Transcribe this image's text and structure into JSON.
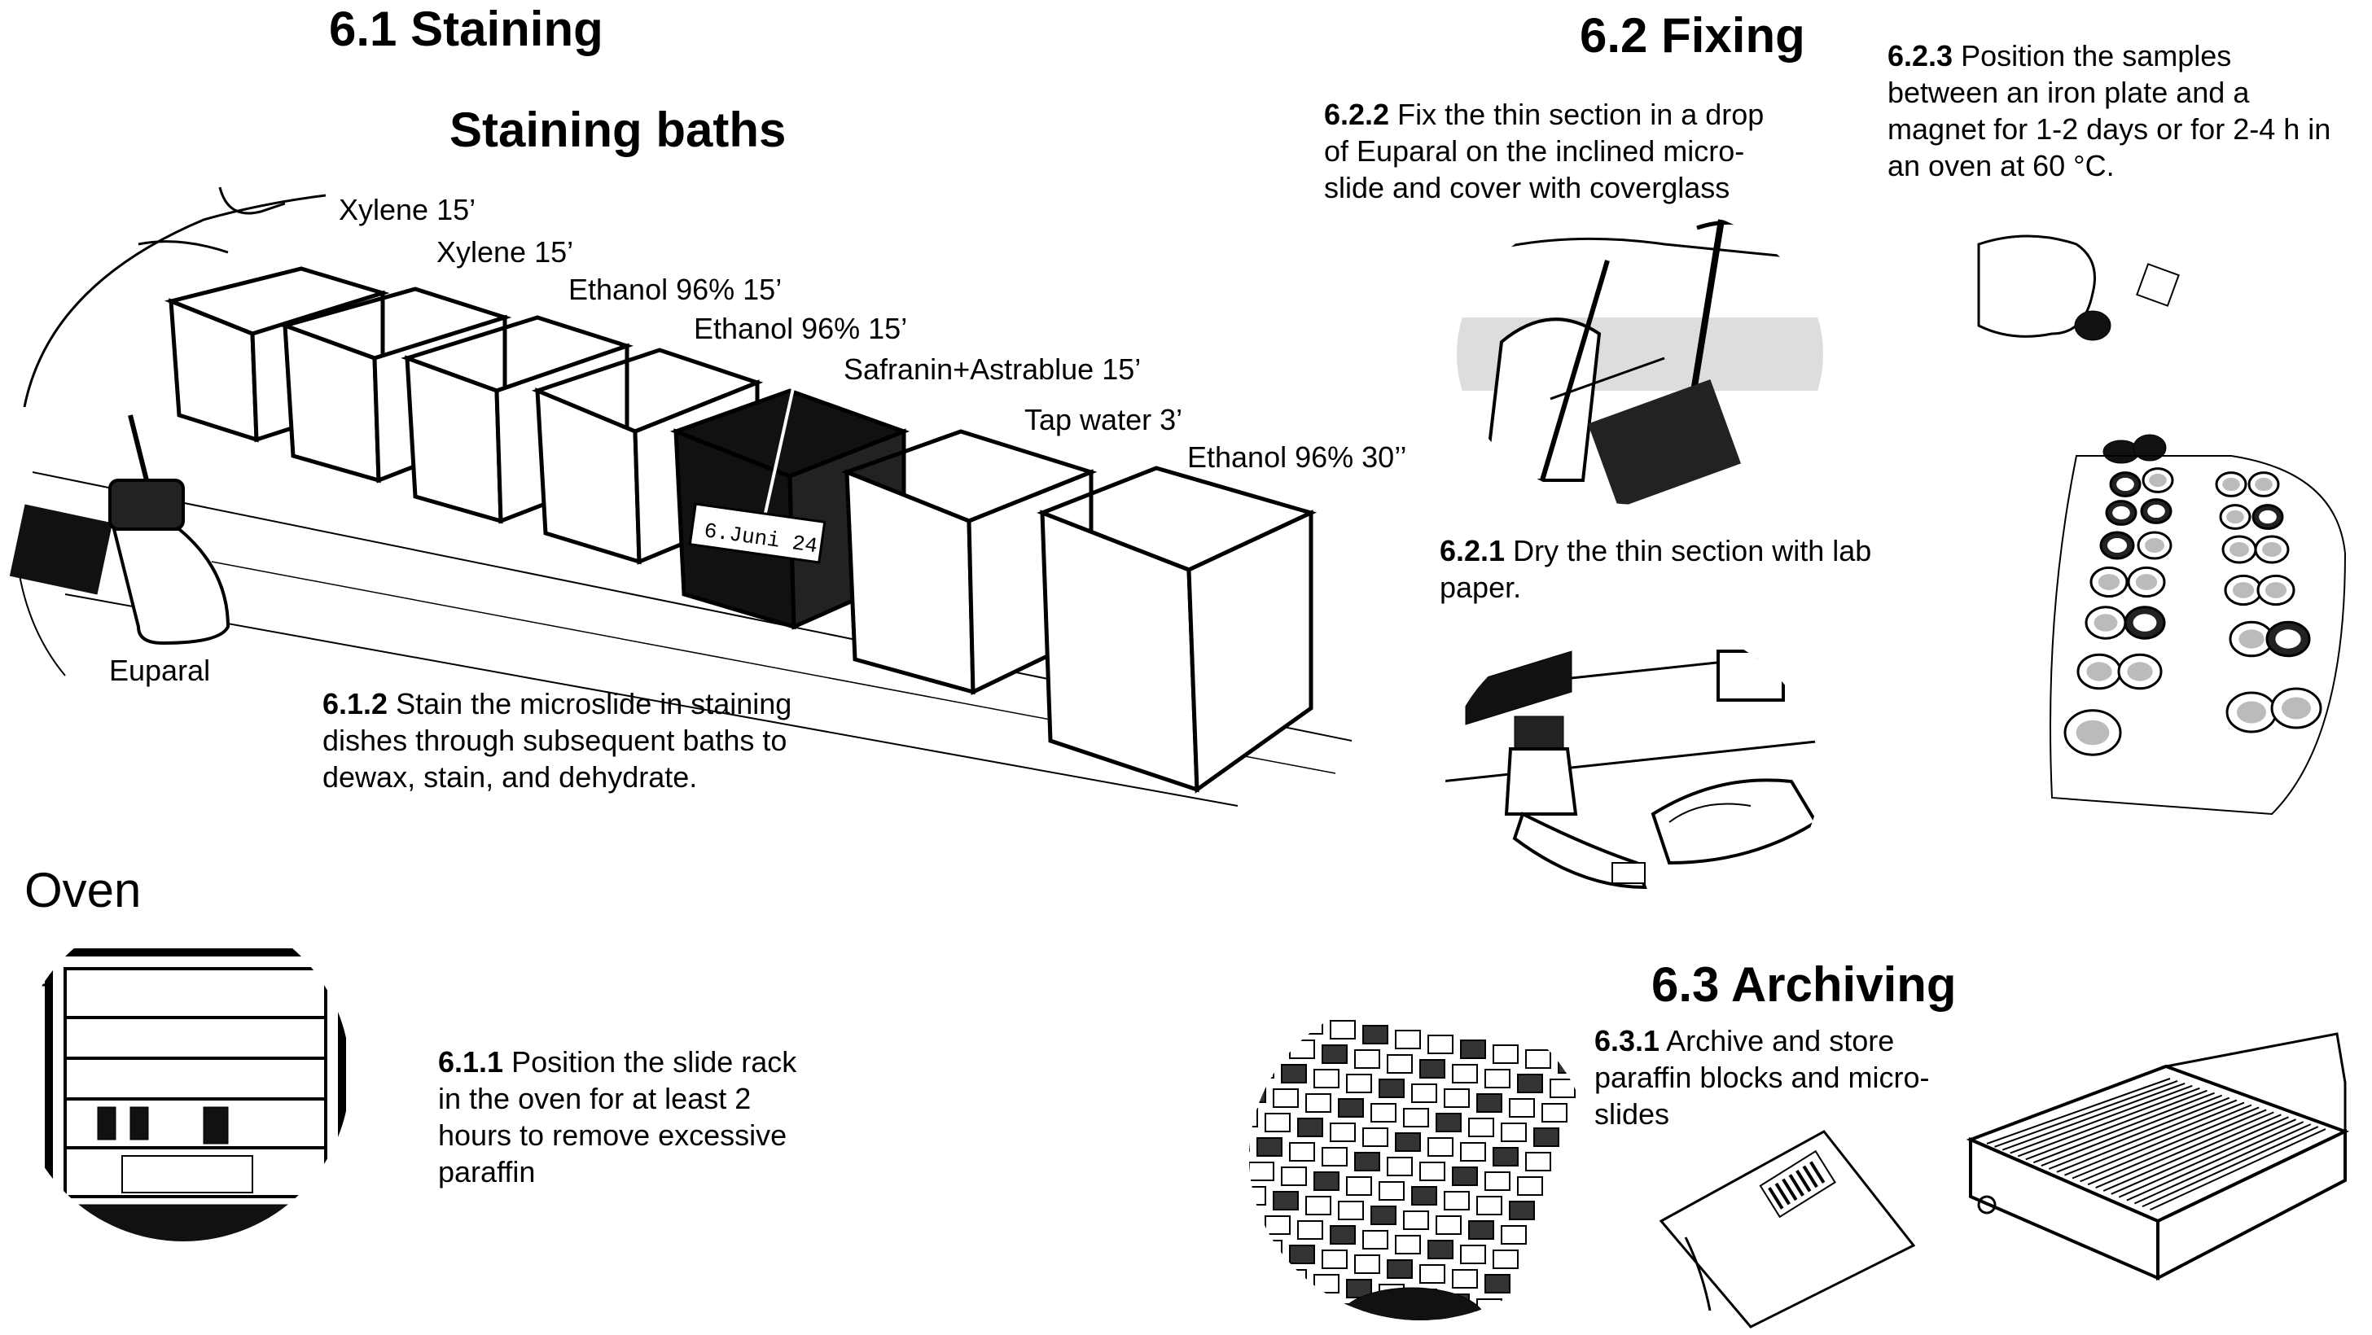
{
  "staining": {
    "title": "6.1 Staining",
    "baths_title": "Staining baths",
    "baths": [
      "Xylene 15’",
      "Xylene 15’",
      "Ethanol 96% 15’",
      "Ethanol 96% 15’",
      "Safranin+Astrablue 15’",
      "Tap water 3’",
      "Ethanol 96% 30’’"
    ],
    "euparal_label": "Euparal",
    "dish_tag": "6.Juni 24",
    "step_612": {
      "num": "6.1.2",
      "text": " Stain the microslide in staining dishes through subsequent baths to dewax, stain, and dehydrate."
    },
    "oven_title": "Oven",
    "step_611": {
      "num": "6.1.1",
      "text": " Position the slide rack in the oven for at least 2 hours to remove excessive paraffin"
    }
  },
  "fixing": {
    "title": "6.2 Fixing",
    "step_622": {
      "num": "6.2.2",
      "text": " Fix the thin section in a drop of Euparal on the inclined micro-slide and cover with coverglass"
    },
    "step_621": {
      "num": "6.2.1",
      "text": " Dry the thin section with lab paper."
    },
    "step_623": {
      "num": "6.2.3",
      "text": " Position the samples between an iron plate and a magnet for 1-2 days or for 2-4 h in an oven at 60 °C."
    }
  },
  "archiving": {
    "title": "6.3 Archiving",
    "step_631": {
      "num": "6.3.1",
      "text": " Archive and store paraffin blocks and micro-slides"
    }
  }
}
